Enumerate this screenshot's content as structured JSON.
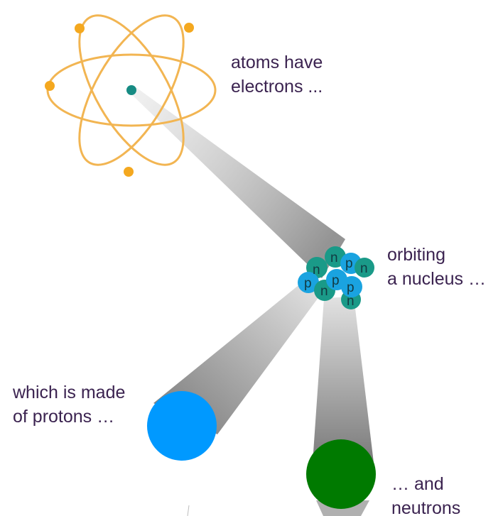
{
  "captions": {
    "atoms": [
      "atoms have",
      "electrons ..."
    ],
    "orbiting": [
      "orbiting",
      "a nucleus …"
    ],
    "protons": [
      "which is made",
      "of protons …"
    ],
    "neutrons": [
      "… and",
      "neutrons"
    ]
  },
  "nucleus_letters": [
    "n",
    "n",
    "p",
    "n",
    "p",
    "n",
    "p",
    "p",
    "n"
  ],
  "colors": {
    "orbit": "#f2b552",
    "electron": "#f4a81f",
    "atom_core": "#168b83",
    "proton": "#1aa3e0",
    "neutron": "#1a9a88",
    "proton_large": "#0099ff",
    "neutron_large": "#007a00",
    "text": "#3b2350"
  },
  "icons": [
    "atom-icon",
    "nucleus-icon",
    "proton-icon",
    "neutron-icon"
  ]
}
